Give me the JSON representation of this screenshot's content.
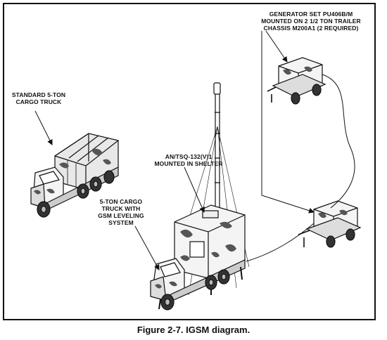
{
  "labels": {
    "generator_line1": "GENERATOR SET PU406B/M",
    "generator_line2": "MOUNTED ON 2 1/2 TON TRAILER",
    "generator_line3": "CHASSIS M200A1 (2 REQUIRED)",
    "standard_truck_line1": "STANDARD 5-TON",
    "standard_truck_line2": "CARGO TRUCK",
    "shelter_line1": "AN/TSQ-132(V)1",
    "shelter_line2": "MOUNTED IN SHELTER",
    "cargo_line1": "5-TON CARGO",
    "cargo_line2": "TRUCK WITH",
    "cargo_line3": "GSM LEVELING",
    "cargo_line4": "SYSTEM"
  },
  "caption": "Figure 2-7.  IGSM diagram."
}
